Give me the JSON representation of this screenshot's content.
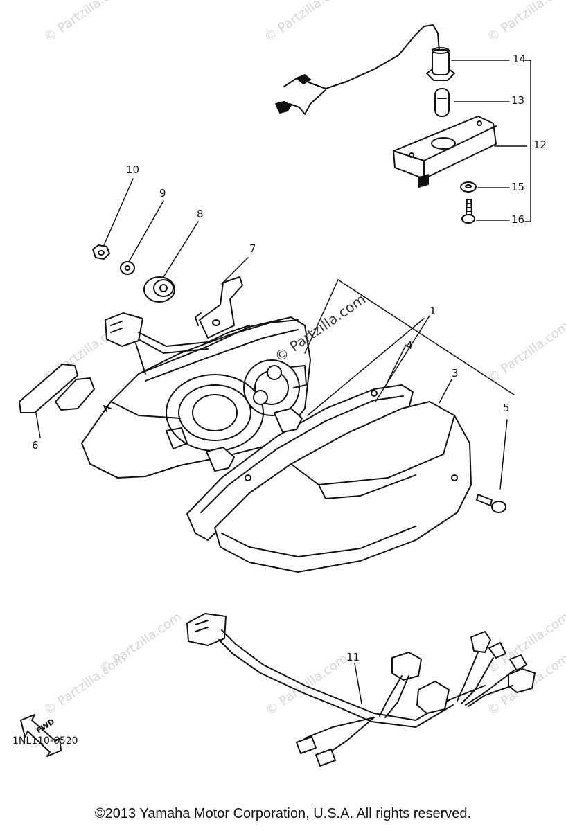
{
  "watermark": "© Partzilla.com",
  "inline_watermark": "© Partzilla.com",
  "callouts": [
    "1",
    "3",
    "4",
    "5",
    "6",
    "7",
    "8",
    "9",
    "10",
    "11",
    "12",
    "13",
    "14",
    "15",
    "16"
  ],
  "direction_label": "FWD",
  "diagram_code": "1NL110-6520",
  "copyright": "©2013  Yamaha Motor Corporation, U.S.A. All rights reserved.",
  "colors": {
    "ink": "#111111",
    "watermark": "#d6d6d6",
    "background": "#ffffff"
  }
}
